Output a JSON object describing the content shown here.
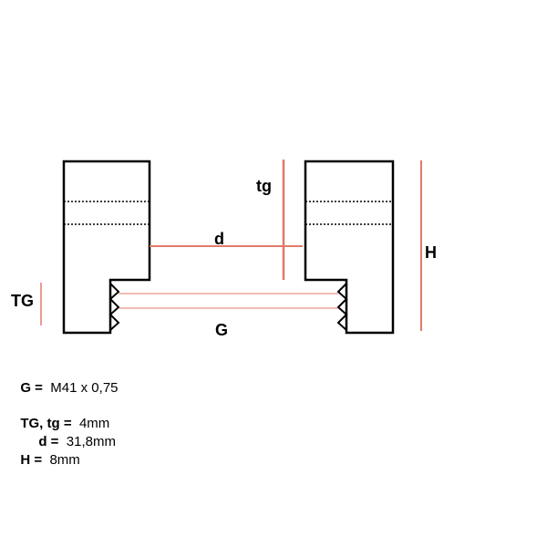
{
  "diagram": {
    "labels": {
      "tg": "tg",
      "d": "d",
      "H": "H",
      "TG": "TG",
      "G": "G"
    },
    "colors": {
      "outline": "#000000",
      "dimension_line": "#e07a68"
    }
  },
  "specs": {
    "g_key": "G =",
    "g_value": "M41 x 0,75",
    "tg_key": "TG, tg =",
    "tg_value": "4mm",
    "d_key": "d =",
    "d_value": "31,8mm",
    "h_key": "H =",
    "h_value": "8mm"
  }
}
